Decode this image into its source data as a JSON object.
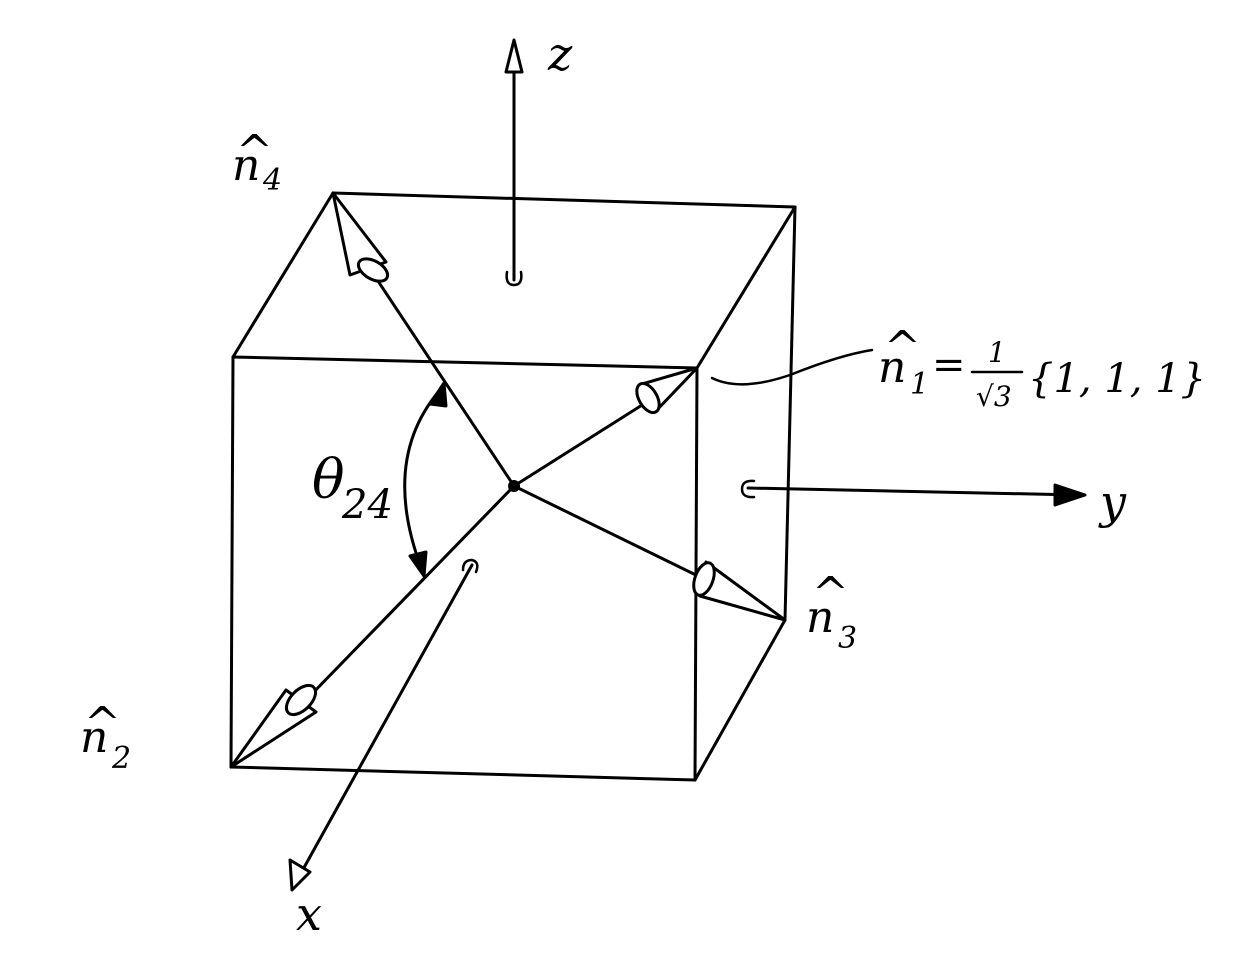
{
  "axes": {
    "z": "z",
    "y": "y",
    "x": "x"
  },
  "vectors": {
    "n1": {
      "symbol": "n",
      "hat": "^",
      "sub": "1"
    },
    "n2": {
      "symbol": "n",
      "hat": "^",
      "sub": "2"
    },
    "n3": {
      "symbol": "n",
      "hat": "^",
      "sub": "3"
    },
    "n4": {
      "symbol": "n",
      "hat": "^",
      "sub": "4"
    }
  },
  "formula": {
    "equals": "=",
    "numerator": "1",
    "denominator": "√3",
    "components": "{1, 1, 1}"
  },
  "angle": {
    "symbol": "θ",
    "sub": "24"
  }
}
